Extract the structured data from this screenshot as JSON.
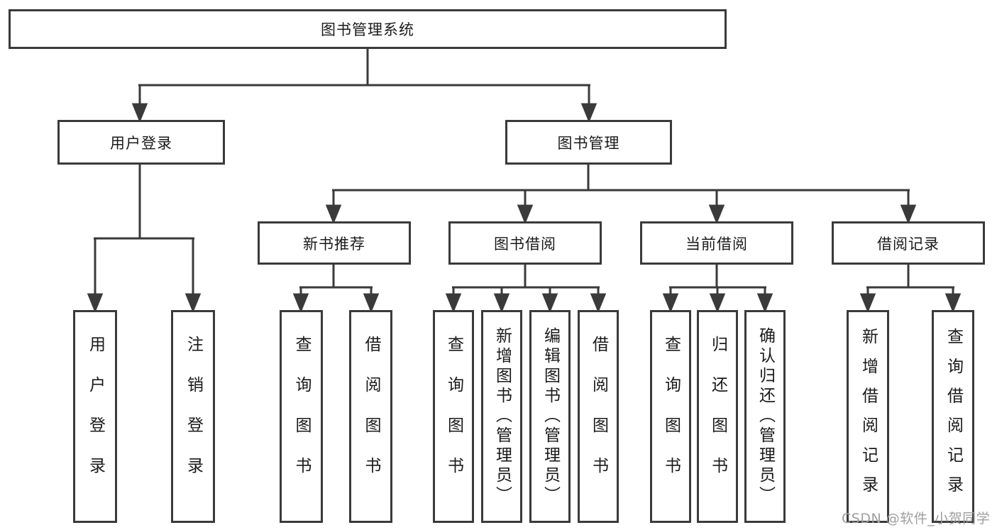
{
  "watermark": {
    "text": "CSDN @软件_小贺同学"
  },
  "colors": {
    "line": "#3a3a3a",
    "text": "#1a1a1a",
    "background": "#ffffff",
    "watermark": "#9e9e9e"
  },
  "tree": {
    "root": {
      "label": "图书管理系统",
      "children": [
        {
          "label": "用户登录",
          "children": [
            {
              "label": "用户登录"
            },
            {
              "label": "注销登录"
            }
          ]
        },
        {
          "label": "图书管理",
          "children": [
            {
              "label": "新书推荐",
              "children": [
                {
                  "label": "查询图书"
                },
                {
                  "label": "借阅图书"
                }
              ]
            },
            {
              "label": "图书借阅",
              "children": [
                {
                  "label": "查询图书"
                },
                {
                  "label": "新增图书（管理员）"
                },
                {
                  "label": "编辑图书（管理员）"
                },
                {
                  "label": "借阅图书"
                }
              ]
            },
            {
              "label": "当前借阅",
              "children": [
                {
                  "label": "查询图书"
                },
                {
                  "label": "归还图书"
                },
                {
                  "label": "确认归还（管理员）"
                }
              ]
            },
            {
              "label": "借阅记录",
              "children": [
                {
                  "label": "新增借阅记录"
                },
                {
                  "label": "查询借阅记录"
                }
              ]
            }
          ]
        }
      ]
    }
  }
}
